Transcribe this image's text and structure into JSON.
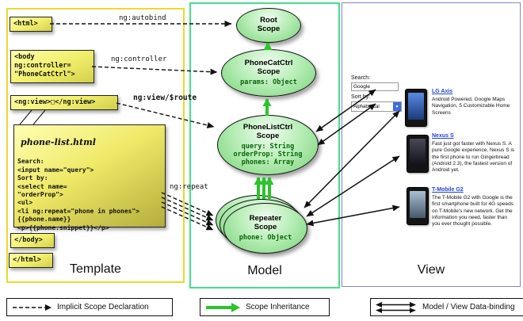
{
  "colors": {
    "template_border": "#ecd92c",
    "model_border": "#43df8d",
    "view_border": "#8585c8",
    "scope_fill_green": "#79d279",
    "code_box_yellow": "#f0ee6a",
    "inheritance_green": "#2bc42b",
    "link_blue": "#2244cc"
  },
  "columns": {
    "template": "Template",
    "model": "Model",
    "view": "View"
  },
  "template_col": {
    "html_open": "<html>",
    "body_open": "<body\nng:controller=\n\"PhoneCatCtrl\">",
    "ng_view": "<ng:view>□</ng:view>",
    "phone_list_title": "phone-list.html",
    "phone_list_code": "Search:\n<input name=\"query\">\nSort by:\n<select name=\n\"orderProp\">\n<ul>\n<li ng:repeat=\"phone in phones\">\n{{phone.name}}\n<p>{{phone.snippet}}</p>\n</li>...",
    "body_close": "</body>",
    "html_close": "</html>"
  },
  "model_col": {
    "root_scope_title": "Root\nScope",
    "phonecat_title": "PhoneCatCtrl\nScope",
    "phonecat_props": "params: Object",
    "phonelist_title": "PhoneListCtrl\nScope",
    "phonelist_props": "query: String\norderProp: String\nphones: Array",
    "repeater_title": "Repeater\nScope",
    "repeater_props": "phone: Object"
  },
  "arrow_labels": {
    "ng_autobind": "ng:autobind",
    "ng_controller": "ng:controller",
    "ng_view_route": "ng:view/$route",
    "ng_repeat": "ng:repeat"
  },
  "view_col": {
    "search_label": "Search:",
    "search_value": "Google",
    "sort_label": "Sort by:",
    "sort_value": "Alphabetical",
    "phones": [
      {
        "name": "LG Axis",
        "desc": "Android Powered, Google Maps Navigation, 5 Customizable Home Screens"
      },
      {
        "name": "Nexus S",
        "desc": "Fast just got faster with Nexus S. A pure Google experience, Nexus S is the first phone to run Gingerbread (Android 2.3), the fastest version of Android yet."
      },
      {
        "name": "T-Mobile G2",
        "desc": "The T-Mobile G2 with Google is the first smartphone built for 4G speeds on T-Mobile's new network. Get the information you need, faster than you ever thought possible."
      }
    ]
  },
  "legend": {
    "implicit": "Implicit Scope Declaration",
    "inheritance": "Scope Inheritance",
    "databinding": "Model / View Data-binding"
  }
}
